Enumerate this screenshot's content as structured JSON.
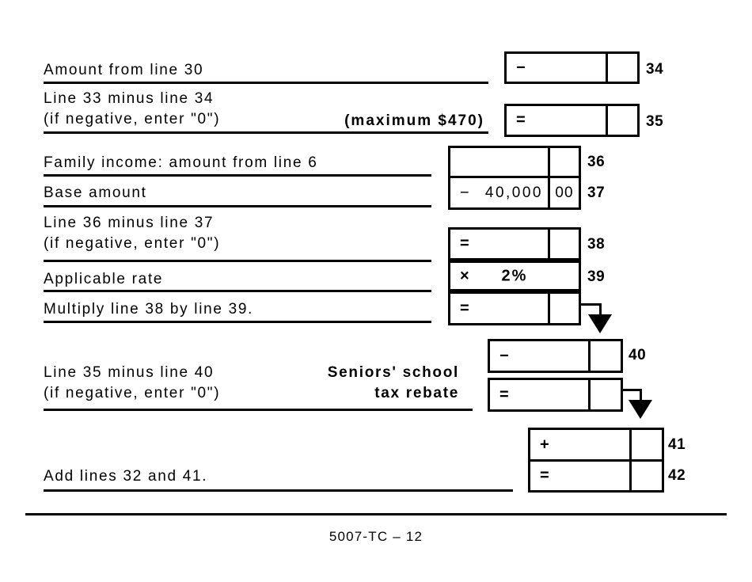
{
  "form": {
    "rows": {
      "line34": {
        "label": "Amount from line 30",
        "operator": "−",
        "line_no": "34"
      },
      "line35": {
        "label_line1": "Line 33 minus line 34",
        "label_line2": "(if negative, enter \"0\")",
        "note": "(maximum $470)",
        "operator": "=",
        "line_no": "35"
      },
      "line36": {
        "label": "Family income: amount from line 6",
        "line_no": "36"
      },
      "line37": {
        "label": "Base amount",
        "operator": "−",
        "amount": "40,000",
        "cents": "00",
        "line_no": "37"
      },
      "line38": {
        "label_line1": "Line 36 minus line 37",
        "label_line2": "(if negative, enter \"0\")",
        "operator": "=",
        "line_no": "38"
      },
      "line39": {
        "label": "Applicable rate",
        "operator": "×",
        "rate": "2%",
        "line_no": "39"
      },
      "line39_result": {
        "label": "Multiply line 38 by line 39.",
        "operator": "="
      },
      "line40": {
        "label_line1": "Line 35 minus line 40",
        "label_line2": "(if negative, enter \"0\")",
        "note_line1": "Seniors' school",
        "note_line2": "tax rebate",
        "operator": "−",
        "line_no": "40",
        "result_operator": "="
      },
      "line41": {
        "operator": "+",
        "line_no": "41"
      },
      "line42": {
        "label": "Add lines 32 and 41.",
        "operator": "=",
        "line_no": "42"
      }
    },
    "footer": {
      "page_code": "5007-TC – 12"
    }
  }
}
